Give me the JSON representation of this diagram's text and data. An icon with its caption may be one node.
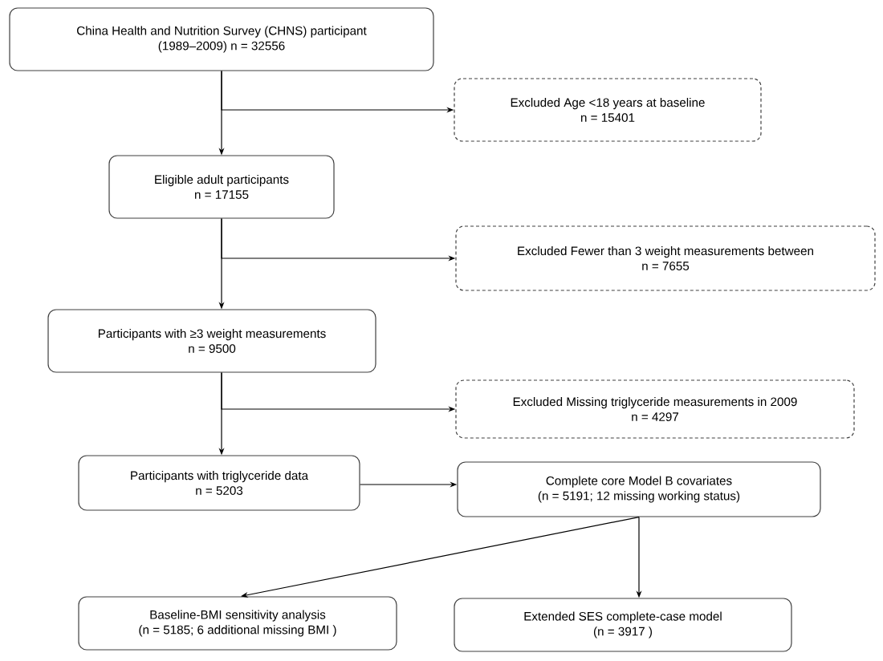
{
  "diagram": {
    "nodes": [
      {
        "text": [
          "China Health and Nutrition Survey (CHNS) participant",
          "(1989–2009)   n = 32556"
        ]
      },
      {
        "text": [
          "Excluded Age <18 years at baseline",
          "n = 15401"
        ]
      },
      {
        "text": [
          "Eligible adult participants",
          "n = 17155"
        ]
      },
      {
        "text": [
          "Excluded Fewer than 3 weight measurements between",
          "n = 7655"
        ]
      },
      {
        "text": [
          "Participants with ≥3 weight measurements",
          "n = 9500"
        ]
      },
      {
        "text": [
          "Excluded Missing triglyceride measurements in 2009",
          "n = 4297"
        ]
      },
      {
        "text": [
          "Participants with triglyceride data",
          "n = 5203"
        ]
      },
      {
        "text": [
          "Complete core Model B covariates",
          "(n = 5191; 12 missing working status)"
        ]
      },
      {
        "text": [
          "Baseline-BMI sensitivity analysis",
          "(n = 5185; 6 additional missing BMI )"
        ]
      },
      {
        "text": [
          "Extended SES complete-case model",
          "(n = 3917 )"
        ]
      }
    ],
    "edges": [
      {
        "from": 0,
        "to": 2,
        "arrow": "to"
      },
      {
        "from": 0,
        "to": 1,
        "arrow": "to"
      },
      {
        "from": 2,
        "to": 4,
        "arrow": "to"
      },
      {
        "from": 2,
        "to": 3,
        "arrow": "to"
      },
      {
        "from": 4,
        "to": 6,
        "arrow": "to"
      },
      {
        "from": 4,
        "to": 5,
        "arrow": "to"
      },
      {
        "from": 6,
        "to": 7,
        "arrow": "to"
      },
      {
        "from": 7,
        "to": 8,
        "arrow": "to"
      },
      {
        "from": 7,
        "to": 9,
        "arrow": "to"
      }
    ]
  }
}
